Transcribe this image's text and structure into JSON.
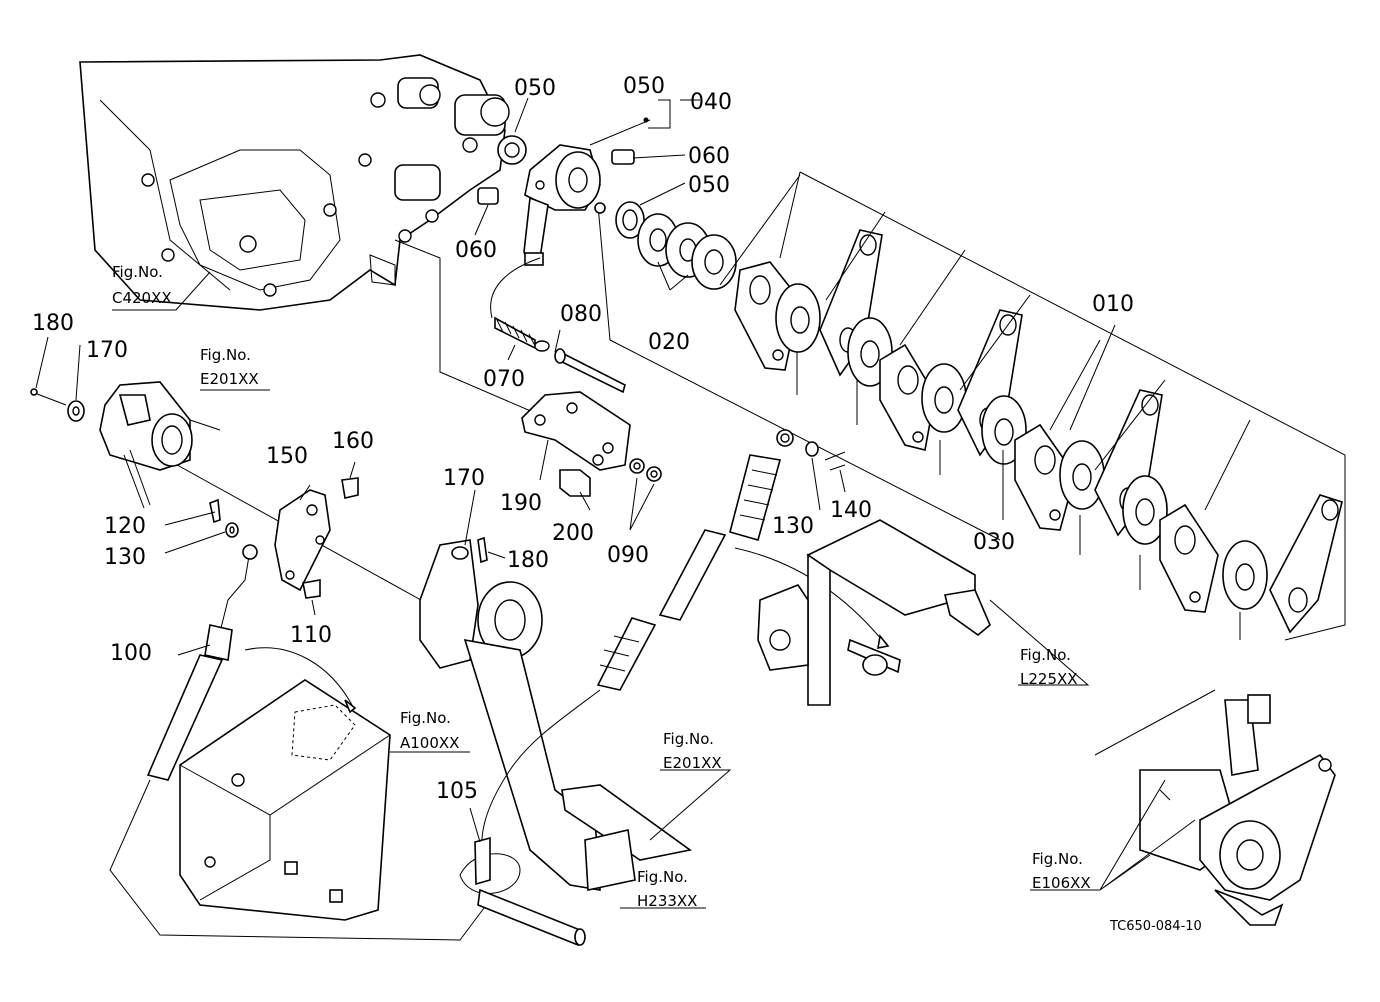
{
  "callouts": {
    "c010": "010",
    "c020": "020",
    "c030": "030",
    "c040": "040",
    "c050a": "050",
    "c050b": "050",
    "c050c": "050",
    "c060a": "060",
    "c060b": "060",
    "c070": "070",
    "c080": "080",
    "c090": "090",
    "c100": "100",
    "c105": "105",
    "c110": "110",
    "c120": "120",
    "c130a": "130",
    "c130b": "130",
    "c140": "140",
    "c150": "150",
    "c160": "160",
    "c170a": "170",
    "c170b": "170",
    "c180a": "180",
    "c180b": "180",
    "c190": "190",
    "c200": "200"
  },
  "figrefs": {
    "fig_label": "Fig.No.",
    "c420": "C420XX",
    "e201a": "E201XX",
    "e201b": "E201XX",
    "a100": "A100XX",
    "h233": "H233XX",
    "l225": "L225XX",
    "e106": "E106XX"
  },
  "drawing_code": "TC650-084-10"
}
